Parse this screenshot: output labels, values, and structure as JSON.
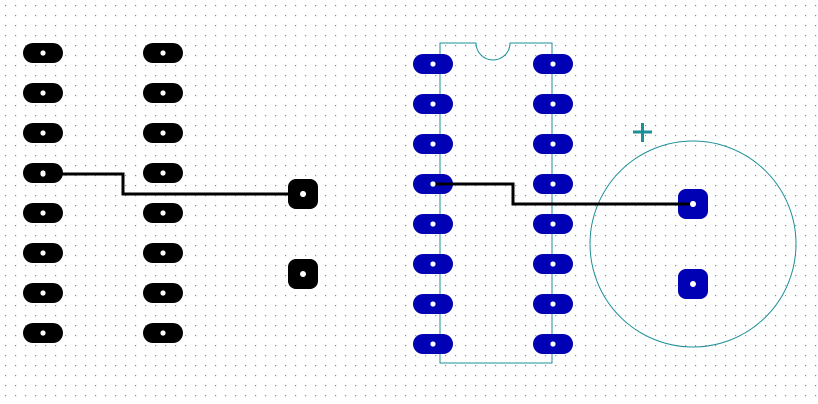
{
  "colors": {
    "background": "#ffffff",
    "grid_dot": "#8a8a8a",
    "pad_black": "#000000",
    "pad_blue": "#0000b4",
    "pad_hole": "#ffffff",
    "trace": "#000000",
    "silkscreen": "#1a8f99",
    "cursor": "#1a8f99"
  },
  "components": [
    {
      "name": "left-dip16-black",
      "type": "dip-16",
      "pad_color": "pad_black",
      "outline": false
    },
    {
      "name": "two-pin-connector-black",
      "type": "2-pin",
      "pad_color": "pad_black"
    },
    {
      "name": "right-dip16-blue",
      "type": "dip-16",
      "pad_color": "pad_blue",
      "outline": true
    },
    {
      "name": "circular-2-pin-blue",
      "type": "2-pin-round-outline",
      "pad_color": "pad_blue"
    }
  ],
  "icons": {
    "cursor": "crosshair-plus-icon"
  }
}
